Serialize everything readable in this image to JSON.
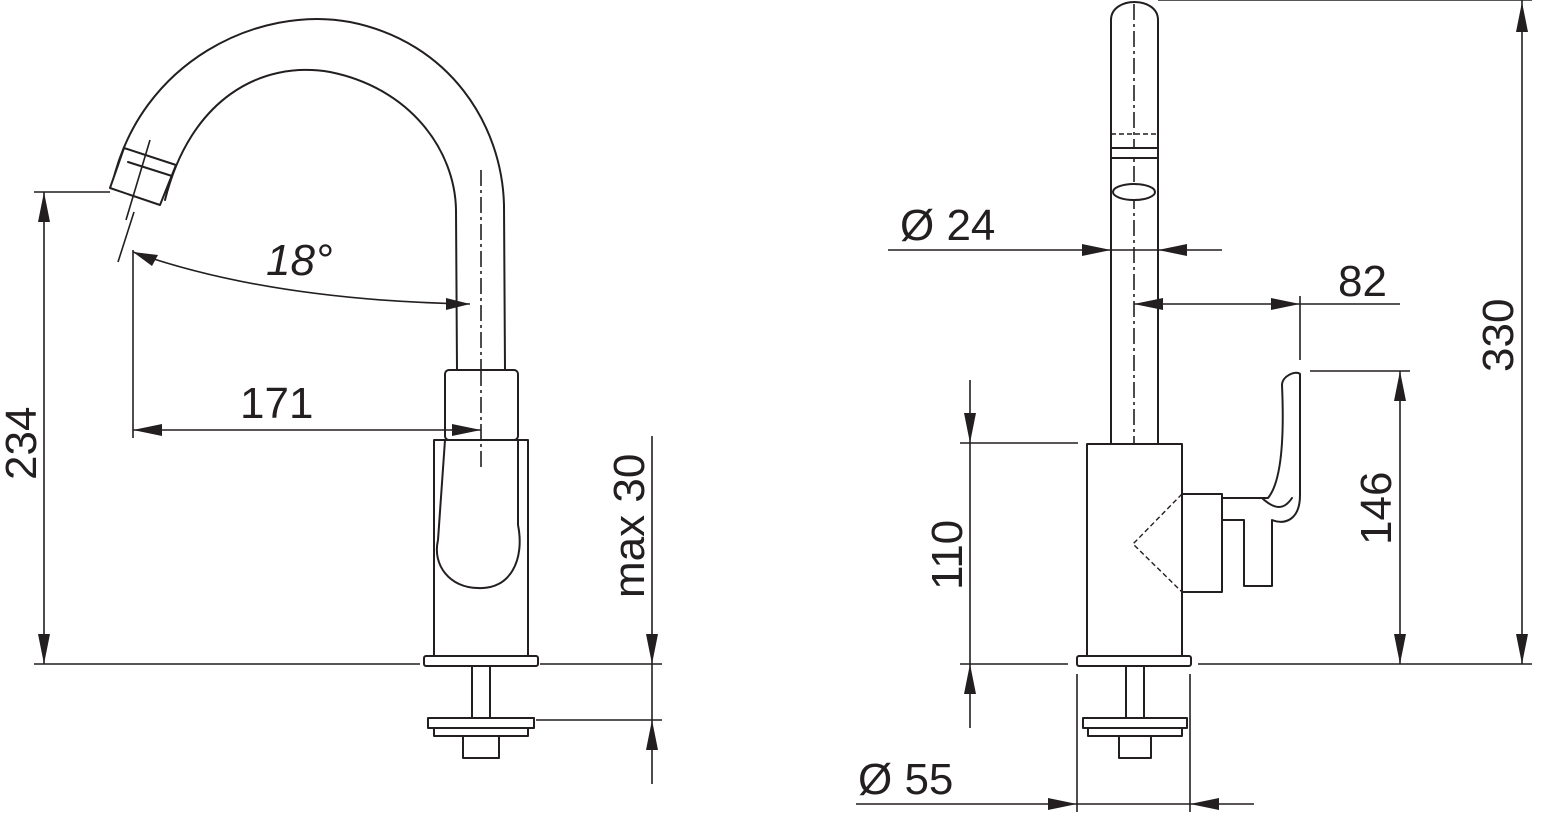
{
  "drawing": {
    "description_free": true,
    "dimensions": {
      "angle": "18°",
      "spout_reach": "171",
      "total_height_left": "234",
      "max_mount": "max 30",
      "spout_diameter": "Ø 24",
      "handle_offset": "82",
      "total_height_right": "330",
      "body_height": "110",
      "handle_height": "146",
      "base_diameter": "Ø 55"
    }
  }
}
